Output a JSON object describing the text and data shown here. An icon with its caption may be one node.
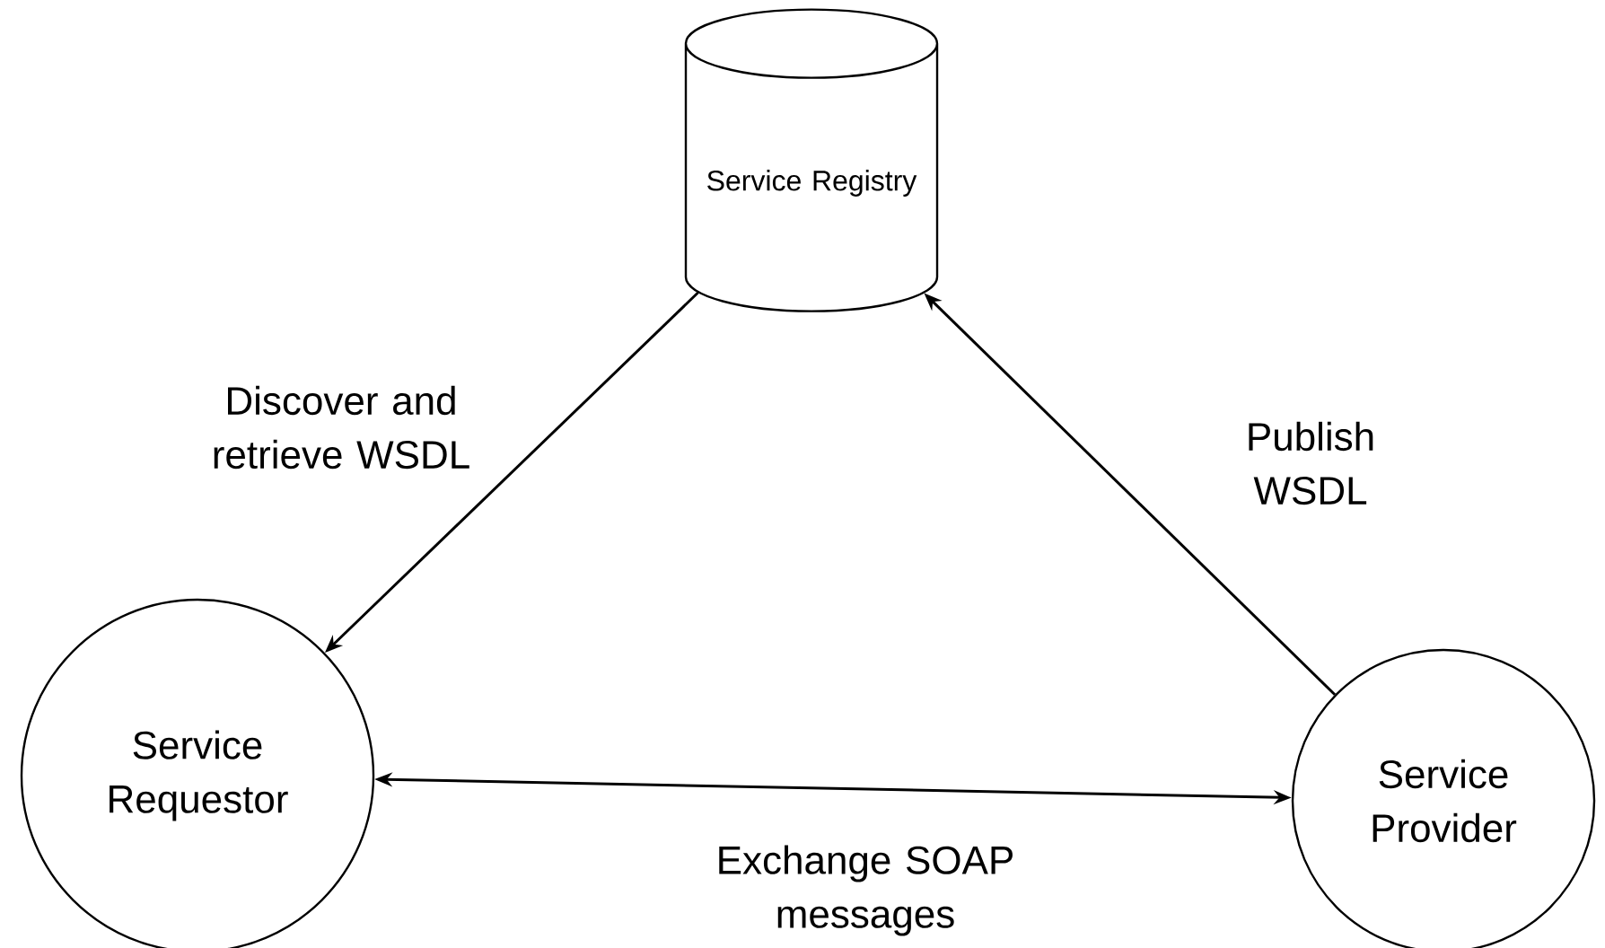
{
  "diagram": {
    "nodes": [
      {
        "text": [
          "Service Registry"
        ]
      },
      {
        "text": [
          "Service Requestor"
        ]
      },
      {
        "text": [
          "Service Provider"
        ]
      }
    ],
    "edges": [
      {
        "from": 0,
        "to": 1,
        "arrow": "to",
        "label": "Discover and retrieve WSDL"
      },
      {
        "from": 2,
        "to": 0,
        "arrow": "to",
        "label": "Publish WSDL"
      },
      {
        "from": 1,
        "to": 2,
        "arrow": "both",
        "label": "Exchange SOAP messages"
      }
    ]
  }
}
